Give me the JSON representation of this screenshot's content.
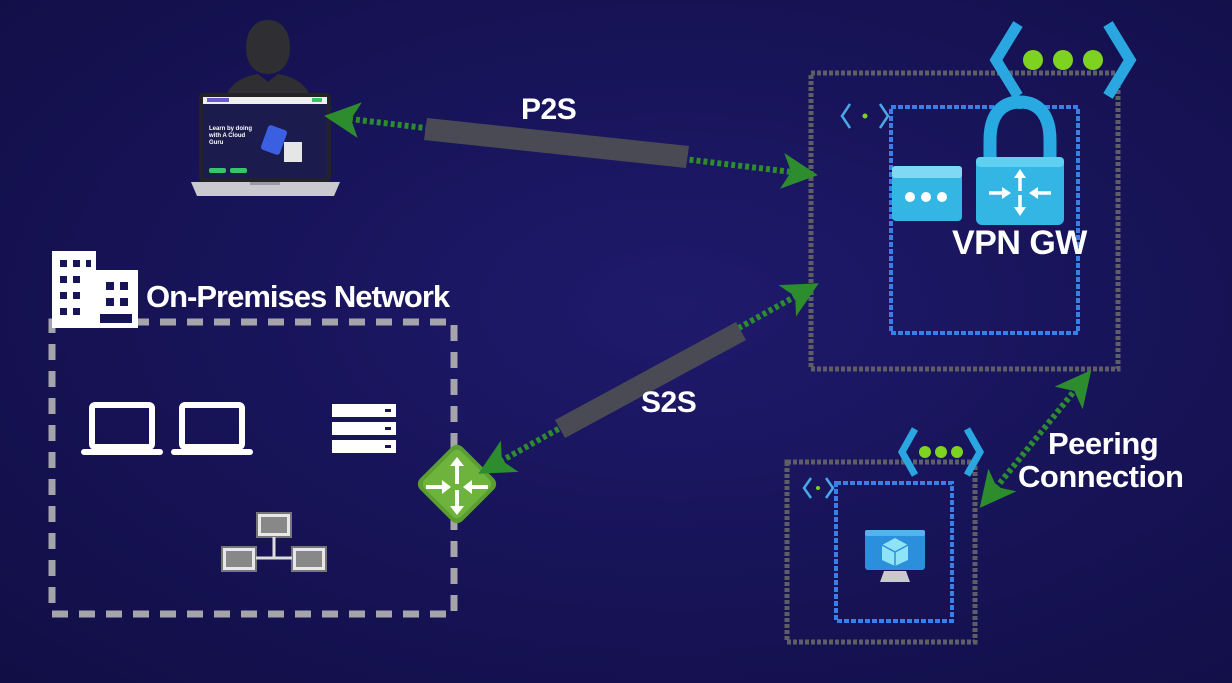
{
  "labels": {
    "p2s": "P2S",
    "s2s": "S2S",
    "vpn_gateway": "VPN GW",
    "on_premises": "On-Premises Network",
    "peering_line1": "Peering",
    "peering_line2": "Connection"
  },
  "laptop_screen": {
    "headline_1": "Learn by doing",
    "headline_2": "with A Cloud",
    "headline_3": "Guru"
  },
  "colors": {
    "background": "#18145a",
    "arrow_green": "#2c8c2e",
    "tunnel_gray": "#4a4a55",
    "vnet_border_gray": "#5e5e66",
    "subnet_border_blue": "#3a7ee8",
    "azure_cyan": "#33b5e5",
    "router_green": "#5a9e2f"
  },
  "icons": [
    "user-icon",
    "laptop-icon",
    "building-icon",
    "server-rack-icon",
    "network-topology-icon",
    "router-icon",
    "vnet-icon",
    "vpn-gateway-lock-icon",
    "virtual-machine-icon"
  ]
}
